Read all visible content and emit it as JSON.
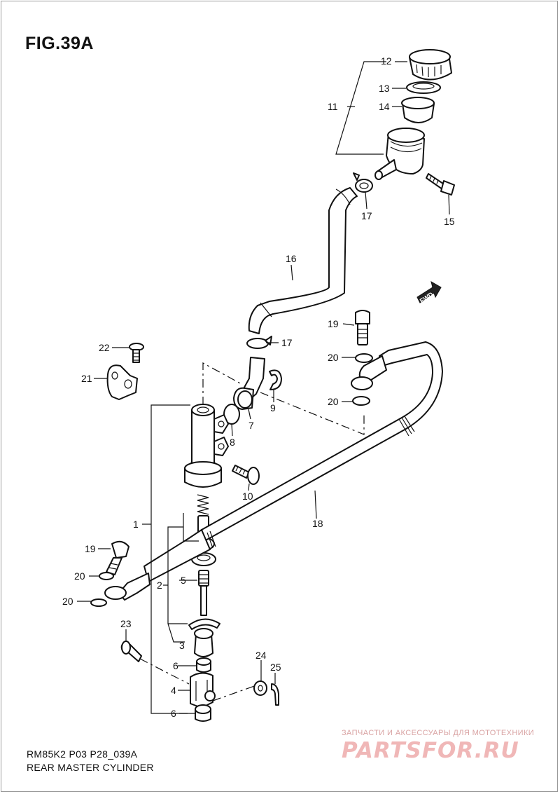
{
  "figure": {
    "title": "FIG.39A",
    "code": "RM85K2 P03 P28_039A",
    "caption": "REAR MASTER CYLINDER",
    "fwd_label": "FWD"
  },
  "watermark": {
    "line1": "ЗАПЧАСТИ И АКСЕССУАРЫ ДЛЯ МОТОТЕХНИКИ",
    "logo": "PARTSFOR.RU"
  },
  "callouts": {
    "c1": "1",
    "c2": "2",
    "c3": "3",
    "c4": "4",
    "c5": "5",
    "c6a": "6",
    "c6b": "6",
    "c7": "7",
    "c8": "8",
    "c9": "9",
    "c10": "10",
    "c11": "11",
    "c12": "12",
    "c13": "13",
    "c14": "14",
    "c15": "15",
    "c16": "16",
    "c17a": "17",
    "c17b": "17",
    "c18": "18",
    "c19a": "19",
    "c19b": "19",
    "c20a": "20",
    "c20b": "20",
    "c20c": "20",
    "c20d": "20",
    "c21": "21",
    "c22": "22",
    "c23": "23",
    "c24": "24",
    "c25": "25"
  }
}
